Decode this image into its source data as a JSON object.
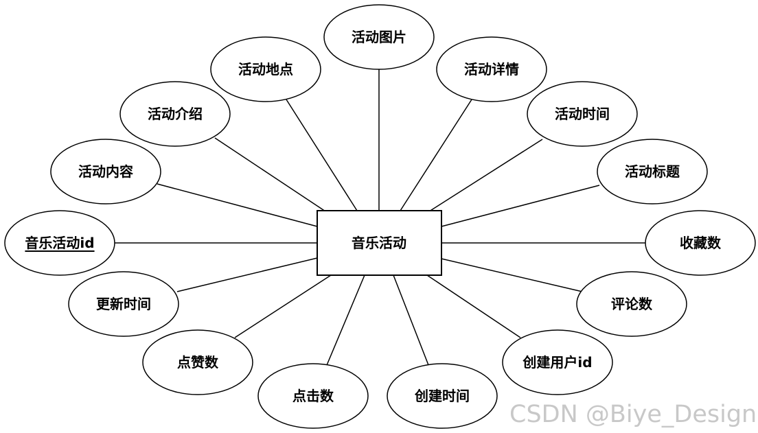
{
  "entity": {
    "label": "音乐活动"
  },
  "attributes": [
    {
      "id": "activity-image",
      "label": "活动图片"
    },
    {
      "id": "activity-location",
      "label": "活动地点"
    },
    {
      "id": "activity-details",
      "label": "活动详情"
    },
    {
      "id": "activity-intro",
      "label": "活动介绍"
    },
    {
      "id": "activity-time",
      "label": "活动时间"
    },
    {
      "id": "activity-content",
      "label": "活动内容"
    },
    {
      "id": "activity-title",
      "label": "活动标题"
    },
    {
      "id": "music-activity-id",
      "label": "音乐活动id",
      "primary_key": true
    },
    {
      "id": "favorites-count",
      "label": "收藏数"
    },
    {
      "id": "update-time",
      "label": "更新时间"
    },
    {
      "id": "comments-count",
      "label": "评论数"
    },
    {
      "id": "likes-count",
      "label": "点赞数"
    },
    {
      "id": "creator-user-id",
      "label": "创建用户id"
    },
    {
      "id": "clicks-count",
      "label": "点击数"
    },
    {
      "id": "create-time",
      "label": "创建时间"
    }
  ],
  "watermark": "CSDN @Biye_Design"
}
